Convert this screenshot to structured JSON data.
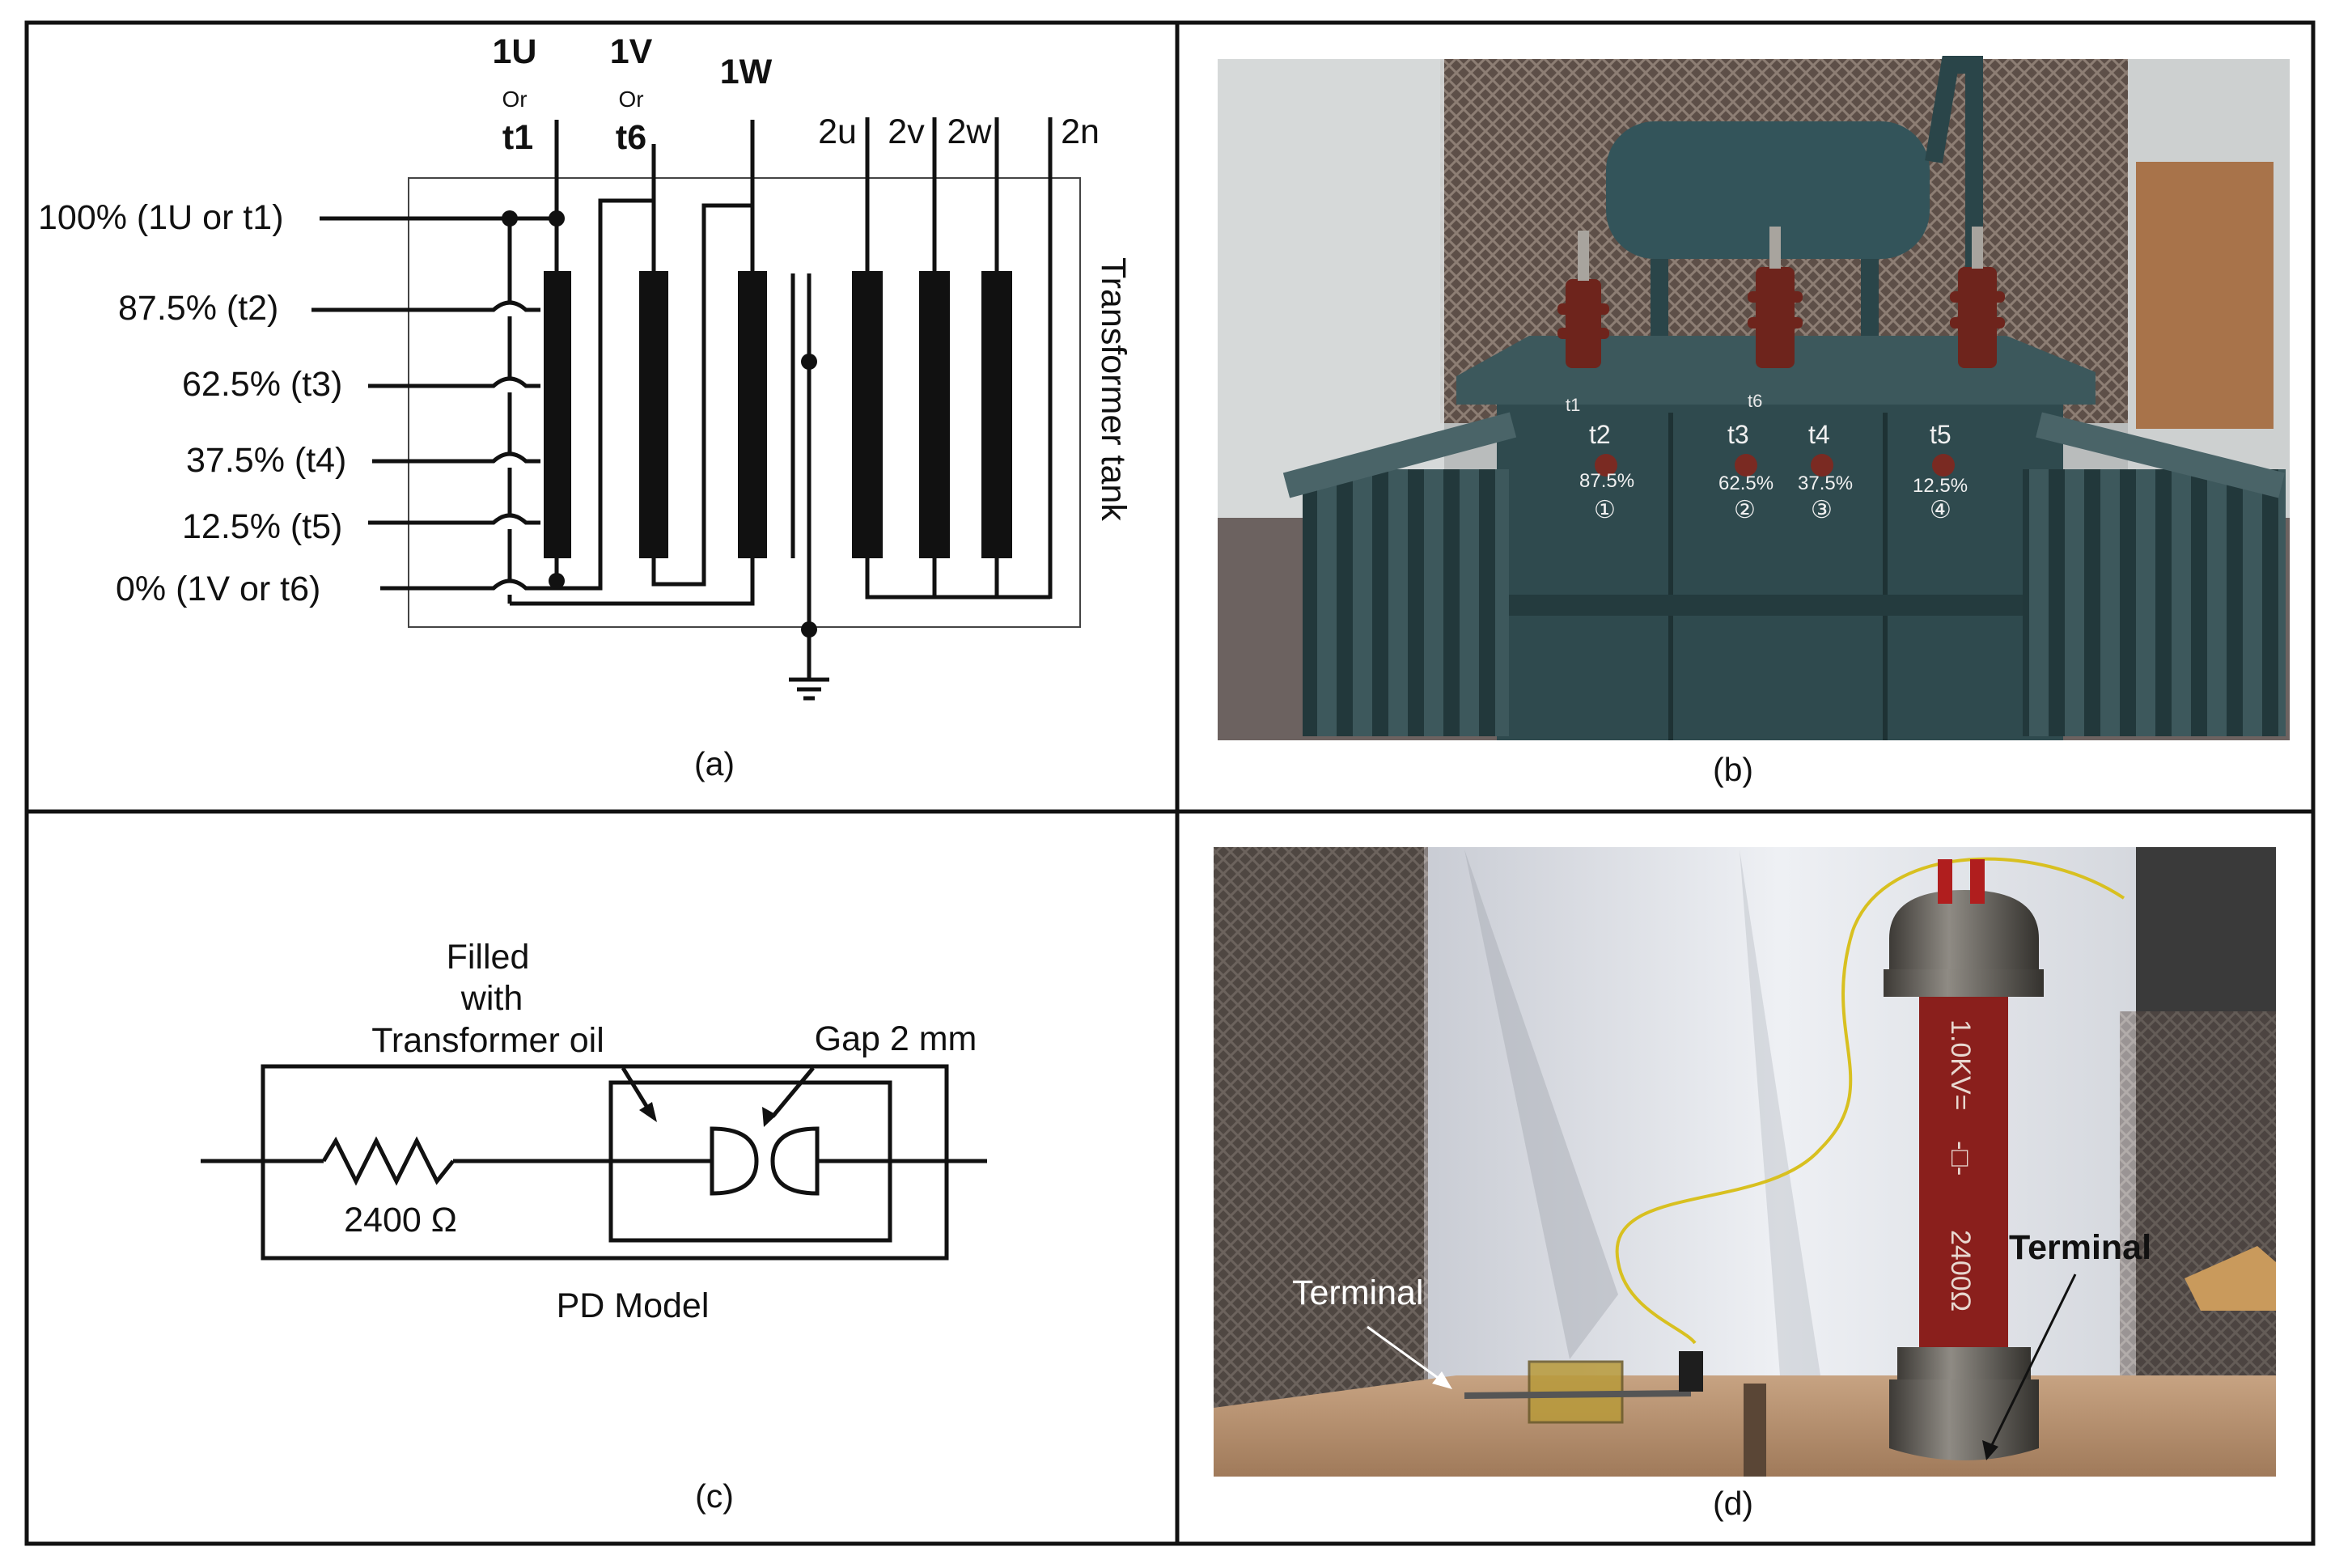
{
  "panel_a": {
    "caption": "(a)",
    "hv_terminals": [
      {
        "name": "1U",
        "or": "Or",
        "alt": "t1"
      },
      {
        "name": "1V",
        "or": "Or",
        "alt": "t6"
      },
      {
        "name": "1W"
      }
    ],
    "lv_terminals": [
      "2u",
      "2v",
      "2w",
      "2n"
    ],
    "taps": [
      "100% (1U or t1)",
      "87.5% (t2)",
      "62.5% (t3)",
      "37.5% (t4)",
      "12.5% (t5)",
      "0% (1V or t6)"
    ],
    "tank_label": "Transformer tank"
  },
  "panel_b": {
    "caption": "(b)",
    "tap_markings": [
      "t2",
      "t3",
      "t4",
      "t5"
    ],
    "tap_values": [
      "87.5%",
      "62.5%",
      "37.5%",
      "12.5%"
    ],
    "tap_numbers": [
      "①",
      "②",
      "③",
      "④"
    ],
    "bushing_marks": [
      "t1",
      "t6"
    ]
  },
  "panel_c": {
    "caption": "(c)",
    "fill_label": [
      "Filled",
      "with",
      "Transformer oil"
    ],
    "gap_label": "Gap 2 mm",
    "resistor_label": "2400 Ω",
    "model_label": "PD Model"
  },
  "panel_d": {
    "caption": "(d)",
    "terminal_left": "Terminal",
    "terminal_right": "Terminal",
    "resistor_marking_1": "1.0KV=",
    "resistor_marking_2": "-□-",
    "resistor_marking_3": "2400Ω"
  },
  "colors": {
    "tank_body": "#2f4a4e",
    "bushing": "#6e241c",
    "resistor_body": "#8a1f1c",
    "wire": "#d8c020",
    "grid_wall": "#7a6a60"
  }
}
